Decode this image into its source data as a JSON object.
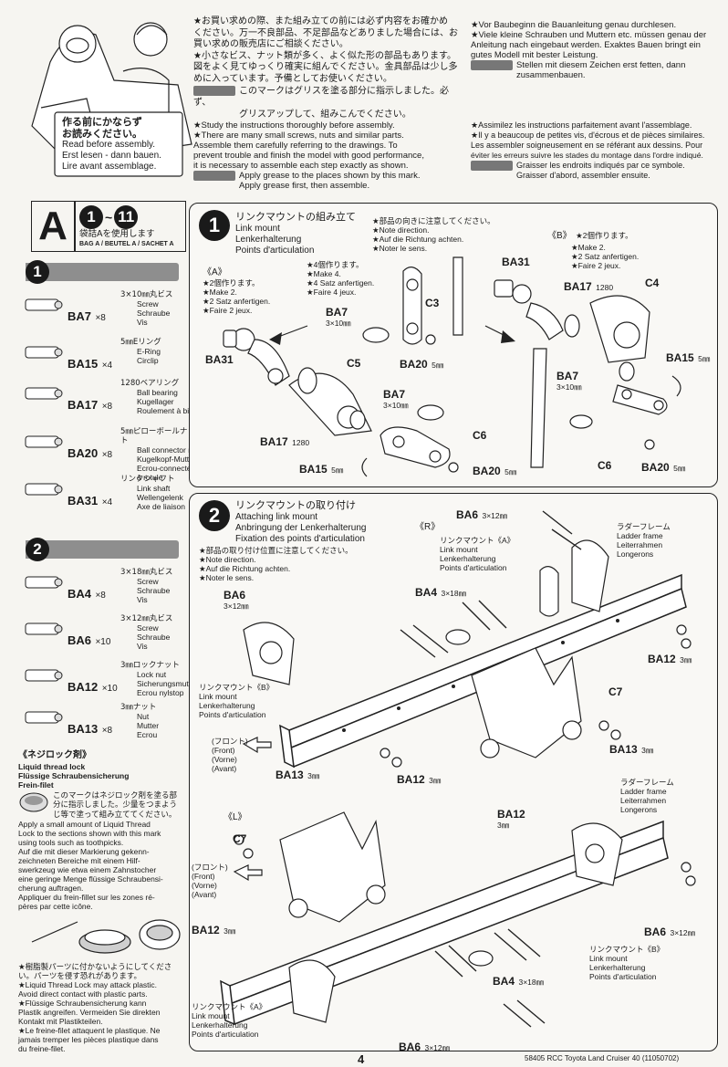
{
  "header": {
    "read_box": {
      "jp": "作る前にかならず\nお読みください。",
      "en": "Read before assembly.",
      "de": "Erst lesen - dann bauen.",
      "fr": "Lire avant assemblage."
    },
    "jp_col": [
      "★お買い求めの際、また組み立ての前には必ず内容をお確かめ",
      "ください。万一不良部品、不足部品などありました場合には、お",
      "買い求めの販売店にご相談ください。",
      "★小さなビス、ナット類が多く、よく似た形の部品もあります。",
      "図をよく見てゆっくり確実に組んでください。金具部品は少し多",
      "めに入っています。予備としてお使いください。"
    ],
    "jp_grease": [
      "このマークはグリスを塗る部分に指示しました。必ず、",
      "グリスアップして、組みこんでください。"
    ],
    "en_col": [
      "★Study the instructions thoroughly before assembly.",
      "★There are many small screws, nuts and similar parts.",
      "Assemble them carefully referring to the drawings. To",
      "prevent trouble and finish the model with good performance,",
      "it is necessary to assemble each step exactly as shown."
    ],
    "en_grease": [
      "Apply grease to the places shown by this mark.",
      "Apply grease first, then assemble."
    ],
    "de_col": [
      "★Vor Baubeginn die Bauanleitung genau durchlesen.",
      "★Viele kleine Schrauben und Muttern etc. müssen genau der",
      "Anleitung nach eingebaut werden. Exaktes Bauen bringt ein",
      "gutes Modell mit bester Leistung."
    ],
    "de_grease": [
      "Stellen mit diesem Zeichen erst fetten, dann",
      "zusammenbauen."
    ],
    "fr_col": [
      "★Assimilez les instructions parfaitement avant l'assemblage.",
      "★Il y a beaucoup de petites vis, d'écrous et de pièces similaires.",
      "Les assembler soigneusement en se référant aux dessins. Pour",
      "éviter les erreurs suivre les stades du montage dans l'ordre indiqué."
    ],
    "fr_grease": [
      "Graisser les endroits indiqués par ce symbole.",
      "Graisser d'abord, assembler ensuite."
    ]
  },
  "bag": {
    "letter": "A",
    "range_start": "1",
    "range_sep": "~",
    "range_end": "11",
    "jp": "袋詰Aを使用します",
    "sub": "BAG A / BEUTEL A / SACHET A"
  },
  "sidebar": {
    "step1_num": "1",
    "step2_num": "2",
    "parts1": [
      {
        "code": "BA7",
        "qty": "×8",
        "jp": "3×10㎜丸ビス",
        "lines": [
          "Screw",
          "Schraube",
          "Vis"
        ]
      },
      {
        "code": "BA15",
        "qty": "×4",
        "jp": "5㎜Eリング",
        "lines": [
          "E-Ring",
          "Circlip"
        ]
      },
      {
        "code": "BA17",
        "qty": "×8",
        "jp": "1280ベアリング",
        "lines": [
          "Ball bearing",
          "Kugellager",
          "Roulement à billes"
        ]
      },
      {
        "code": "BA20",
        "qty": "×8",
        "jp": "5㎜ピローボールナット",
        "lines": [
          "Ball connector nut",
          "Kugelkopf-Mutter",
          "Ecrou-connecteur",
          "à rotule"
        ]
      },
      {
        "code": "BA31",
        "qty": "×4",
        "jp": "リンクシャフト",
        "lines": [
          "Link shaft",
          "Wellengelenk",
          "Axe de liaison"
        ]
      }
    ],
    "parts2": [
      {
        "code": "BA4",
        "qty": "×8",
        "jp": "3×18㎜丸ビス",
        "lines": [
          "Screw",
          "Schraube",
          "Vis"
        ]
      },
      {
        "code": "BA6",
        "qty": "×10",
        "jp": "3×12㎜丸ビス",
        "lines": [
          "Screw",
          "Schraube",
          "Vis"
        ]
      },
      {
        "code": "BA12",
        "qty": "×10",
        "jp": "3㎜ロックナット",
        "lines": [
          "Lock nut",
          "Sicherungsmutter",
          "Ecrou nylstop"
        ]
      },
      {
        "code": "BA13",
        "qty": "×8",
        "jp": "3㎜ナット",
        "lines": [
          "Nut",
          "Mutter",
          "Ecrou"
        ]
      }
    ],
    "thread_lock": {
      "title_jp": "《ネジロック剤》",
      "title_lines": [
        "Liquid thread lock",
        "Flüssige Schraubensicherung",
        "Frein-filet"
      ],
      "jp_lines": [
        "このマークはネジロック剤を塗る部",
        "分に指示しました。少量をつまよう",
        "じ等で塗って組み立ててください。"
      ],
      "body": [
        "Apply a small amount of Liquid Thread",
        "Lock to the sections shown with this mark",
        "using tools such as toothpicks.",
        "Auf die mit dieser Markierung gekenn-",
        "zeichneten Bereiche mit einem Hilf-",
        "swerkzeug wie etwa einem Zahnstocher",
        "eine geringe Menge flüssige Schraubensi-",
        "cherung auftragen.",
        "Appliquer du frein-fillet sur les zones ré-",
        "pères par cette icône."
      ],
      "warn": [
        "★樹脂製パーツに付かないようにしてくださ",
        "い。パーツを侵す恐れがあります。",
        "★Liquid Thread Lock may attack plastic.",
        "Avoid direct contact with plastic parts.",
        "★Flüssige   Schraubensicherung   kann",
        "Plastik angreifen. Vermeiden Sie direkten",
        "Kontakt mit Plastikteilen.",
        "★Le freine-filet attaquent le plastique. Ne",
        "jamais tremper les pièces plastique dans",
        "du freine-filet."
      ]
    }
  },
  "step1": {
    "num": "1",
    "title_jp": "リンクマウントの組み立て",
    "title_lines": [
      "Link mount",
      "Lenkerhalterung",
      "Points d'articulation"
    ],
    "note": [
      "★部品の向きに注意してください。",
      "★Note direction.",
      "★Auf die Richtung achten.",
      "★Noter le sens."
    ],
    "left_group": {
      "title": "《A》",
      "lines": [
        "★2個作ります。",
        "★Make 2.",
        "★2 Satz anfertigen.",
        "★Faire 2 jeux."
      ]
    },
    "mid_group": {
      "lines": [
        "★4個作ります。",
        "★Make 4.",
        "★4 Satz anfertigen.",
        "★Faire 4 jeux."
      ]
    },
    "right_group": {
      "title": "《B》",
      "lines": [
        "★2個作ります。",
        "★Make 2.",
        "★2 Satz anfertigen.",
        "★Faire 2 jeux."
      ]
    },
    "labels": {
      "ba31_l": "BA31",
      "ba31_r": "BA31",
      "ba7_a": "BA7",
      "ba7_a_size": "3×10㎜",
      "ba7_b": "BA7",
      "ba7_b_size": "3×10㎜",
      "ba7_c": "BA7",
      "ba7_c_size": "3×10㎜",
      "c3": "C3",
      "c4": "C4",
      "c5": "C5",
      "c6_a": "C6",
      "c6_b": "C6",
      "ba20_a": "BA20",
      "ba20_b": "BA20",
      "ba20_c": "BA20",
      "size5": "5㎜",
      "ba17_a": "BA17",
      "ba17_b": "BA17",
      "size1280": "1280",
      "ba15_a": "BA15",
      "ba15_b": "BA15"
    }
  },
  "step2": {
    "num": "2",
    "title_jp": "リンクマウントの取り付け",
    "title_lines": [
      "Attaching link mount",
      "Anbringung der Lenkerhalterung",
      "Fixation des points d'articulation"
    ],
    "note": [
      "★部品の取り付け位置に注意してください。",
      "★Note direction.",
      "★Auf die Richtung achten.",
      "★Noter le sens."
    ],
    "r_label": "《R》",
    "l_label": "《L》",
    "front_lines": [
      "(フロント)",
      "(Front)",
      "(Vorne)",
      "(Avant)"
    ],
    "ladder": [
      "ラダーフレーム",
      "Ladder frame",
      "Leiterrahmen",
      "Longerons"
    ],
    "link_a": [
      "リンクマウント《A》",
      "Link mount",
      "Lenkerhalterung",
      "Points d'articulation"
    ],
    "link_b": [
      "リンクマウント《B》",
      "Link mount",
      "Lenkerhalterung",
      "Points d'articulation"
    ],
    "labels": {
      "ba6": "BA6",
      "s312": "3×12㎜",
      "ba4": "BA4",
      "s318": "3×18㎜",
      "ba12": "BA12",
      "ba13": "BA13",
      "s3": "3㎜",
      "c7": "C7"
    }
  },
  "footer": {
    "page": "4",
    "code": "58405 RCC Toyota Land Cruiser 40 (11050702)"
  }
}
